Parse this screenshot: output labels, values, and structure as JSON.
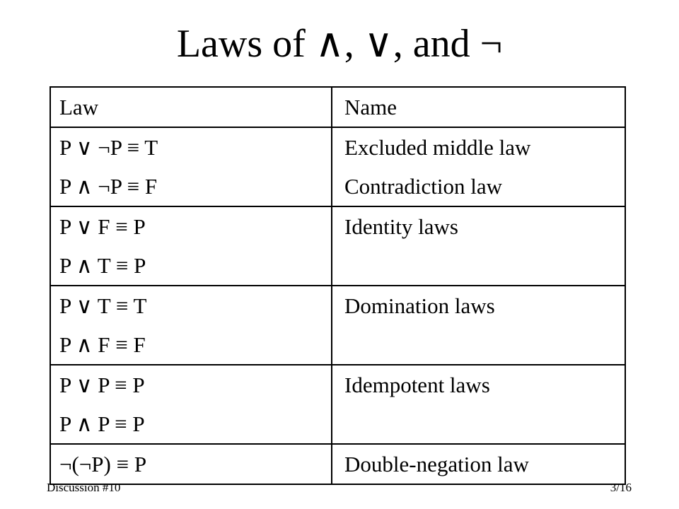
{
  "slide": {
    "title": "Laws of ∧, ∨, and ¬"
  },
  "table": {
    "headers": {
      "law": "Law",
      "name": "Name"
    },
    "rows": [
      {
        "laws": [
          "P ∨ ¬P ≡ T",
          "P ∧ ¬P ≡ F"
        ],
        "names": [
          "Excluded middle law",
          "Contradiction law"
        ]
      },
      {
        "laws": [
          "P ∨ F ≡ P",
          "P ∧ T ≡ P"
        ],
        "names": [
          "Identity laws"
        ]
      },
      {
        "laws": [
          "P ∨ T ≡ T",
          "P ∧ F ≡ F"
        ],
        "names": [
          "Domination laws"
        ]
      },
      {
        "laws": [
          "P ∨ P ≡ P",
          "P ∧ P ≡ P"
        ],
        "names": [
          "Idempotent laws"
        ]
      },
      {
        "laws": [
          "¬(¬P) ≡ P"
        ],
        "names": [
          "Double-negation law"
        ]
      }
    ]
  },
  "footer": {
    "left": "Discussion #10",
    "right": "3/16"
  }
}
